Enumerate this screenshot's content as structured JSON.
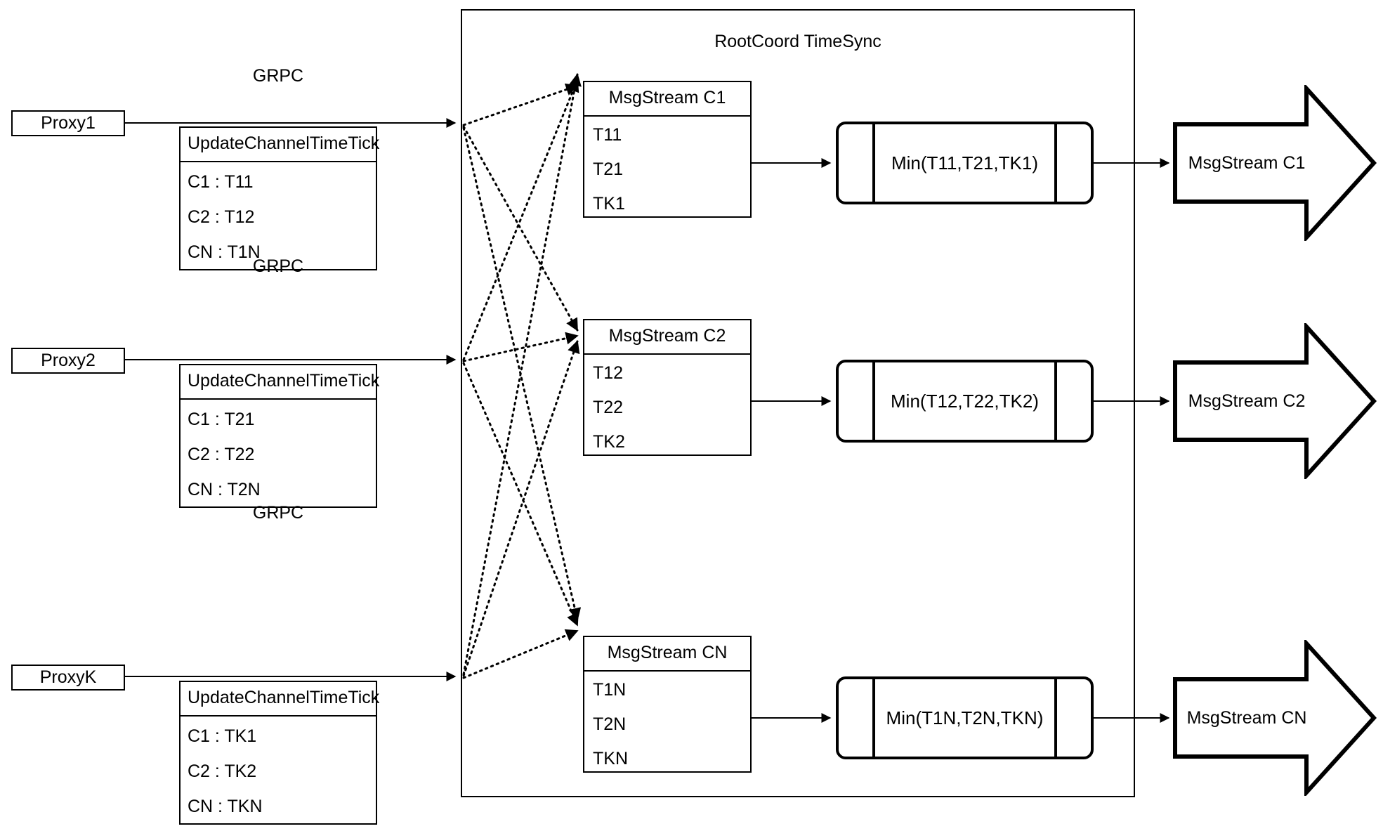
{
  "diagram": {
    "title": "RootCoord TimeSync",
    "container_label": "RootCoord TimeSync"
  },
  "proxies": [
    {
      "name": "Proxy1",
      "link_label": "GRPC",
      "request": {
        "header": "UpdateChannelTimeTick",
        "rows": [
          "C1 :  T11",
          "C2 :  T12",
          "CN : T1N"
        ]
      }
    },
    {
      "name": "Proxy2",
      "link_label": "GRPC",
      "request": {
        "header": "UpdateChannelTimeTick",
        "rows": [
          "C1 :  T21",
          "C2 :  T22",
          "CN : T2N"
        ]
      }
    },
    {
      "name": "ProxyK",
      "link_label": "GRPC",
      "request": {
        "header": "UpdateChannelTimeTick",
        "rows": [
          "C1 :  TK1",
          "C2 :  TK2",
          "CN : TKN"
        ]
      }
    }
  ],
  "channels": [
    {
      "msgstream": {
        "header": "MsgStream C1",
        "rows": [
          "T11",
          "T21",
          "TK1"
        ]
      },
      "process": {
        "label": "Min(T11,T21,TK1)"
      },
      "output": {
        "label": "MsgStream C1"
      }
    },
    {
      "msgstream": {
        "header": "MsgStream C2",
        "rows": [
          "T12",
          "T22",
          "TK2"
        ]
      },
      "process": {
        "label": "Min(T12,T22,TK2)"
      },
      "output": {
        "label": "MsgStream C2"
      }
    },
    {
      "msgstream": {
        "header": "MsgStream CN",
        "rows": [
          "T1N",
          "T2N",
          "TKN"
        ]
      },
      "process": {
        "label": "Min(T1N,T2N,TKN)"
      },
      "output": {
        "label": "MsgStream CN"
      }
    }
  ],
  "colors": {
    "stroke": "#000000",
    "background": "#ffffff"
  }
}
